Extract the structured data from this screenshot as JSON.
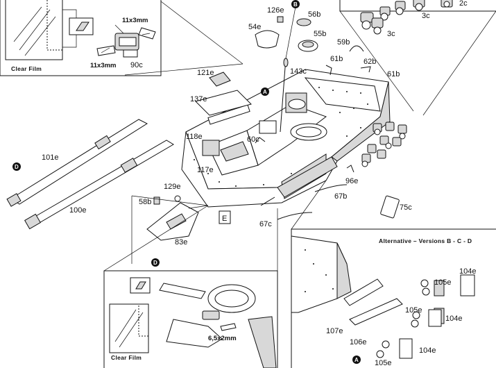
{
  "insets": {
    "top_left": {
      "caption": "Clear Film",
      "dim_a": "11x3mm",
      "dim_b": "11x3mm",
      "part": "90c"
    },
    "bottom": {
      "caption": "Clear Film",
      "dim": "6,5x2mm"
    },
    "alternative": {
      "title": "Alternative – Versions B - C - D"
    },
    "top_right": {
      "parts": [
        "2c",
        "3c",
        "3c"
      ]
    }
  },
  "markers": {
    "A": "A",
    "B": "B",
    "D": "D",
    "E": "E"
  },
  "parts": {
    "p126e": "126e",
    "p56b": "56b",
    "p54e": "54e",
    "p55b": "55b",
    "p59b": "59b",
    "p61b_1": "61b",
    "p62b": "62b",
    "p61b_2": "61b",
    "p143c": "143c",
    "p121e": "121e",
    "p137e": "137e",
    "p118e": "118e",
    "p60c": "60c",
    "p117e": "117e",
    "p101e": "101e",
    "p100e": "100e",
    "p129e": "129e",
    "p58b": "58b",
    "p83e": "83e",
    "p96e": "96e",
    "p67b": "67b",
    "p67c": "67c",
    "p75c": "75c",
    "p105e_1": "105e",
    "p104e_1": "104e",
    "p105e_2": "105e",
    "p104e_2": "104e",
    "p107e": "107e",
    "p106e": "106e",
    "p104e_3": "104e",
    "p105e_3": "105e"
  }
}
